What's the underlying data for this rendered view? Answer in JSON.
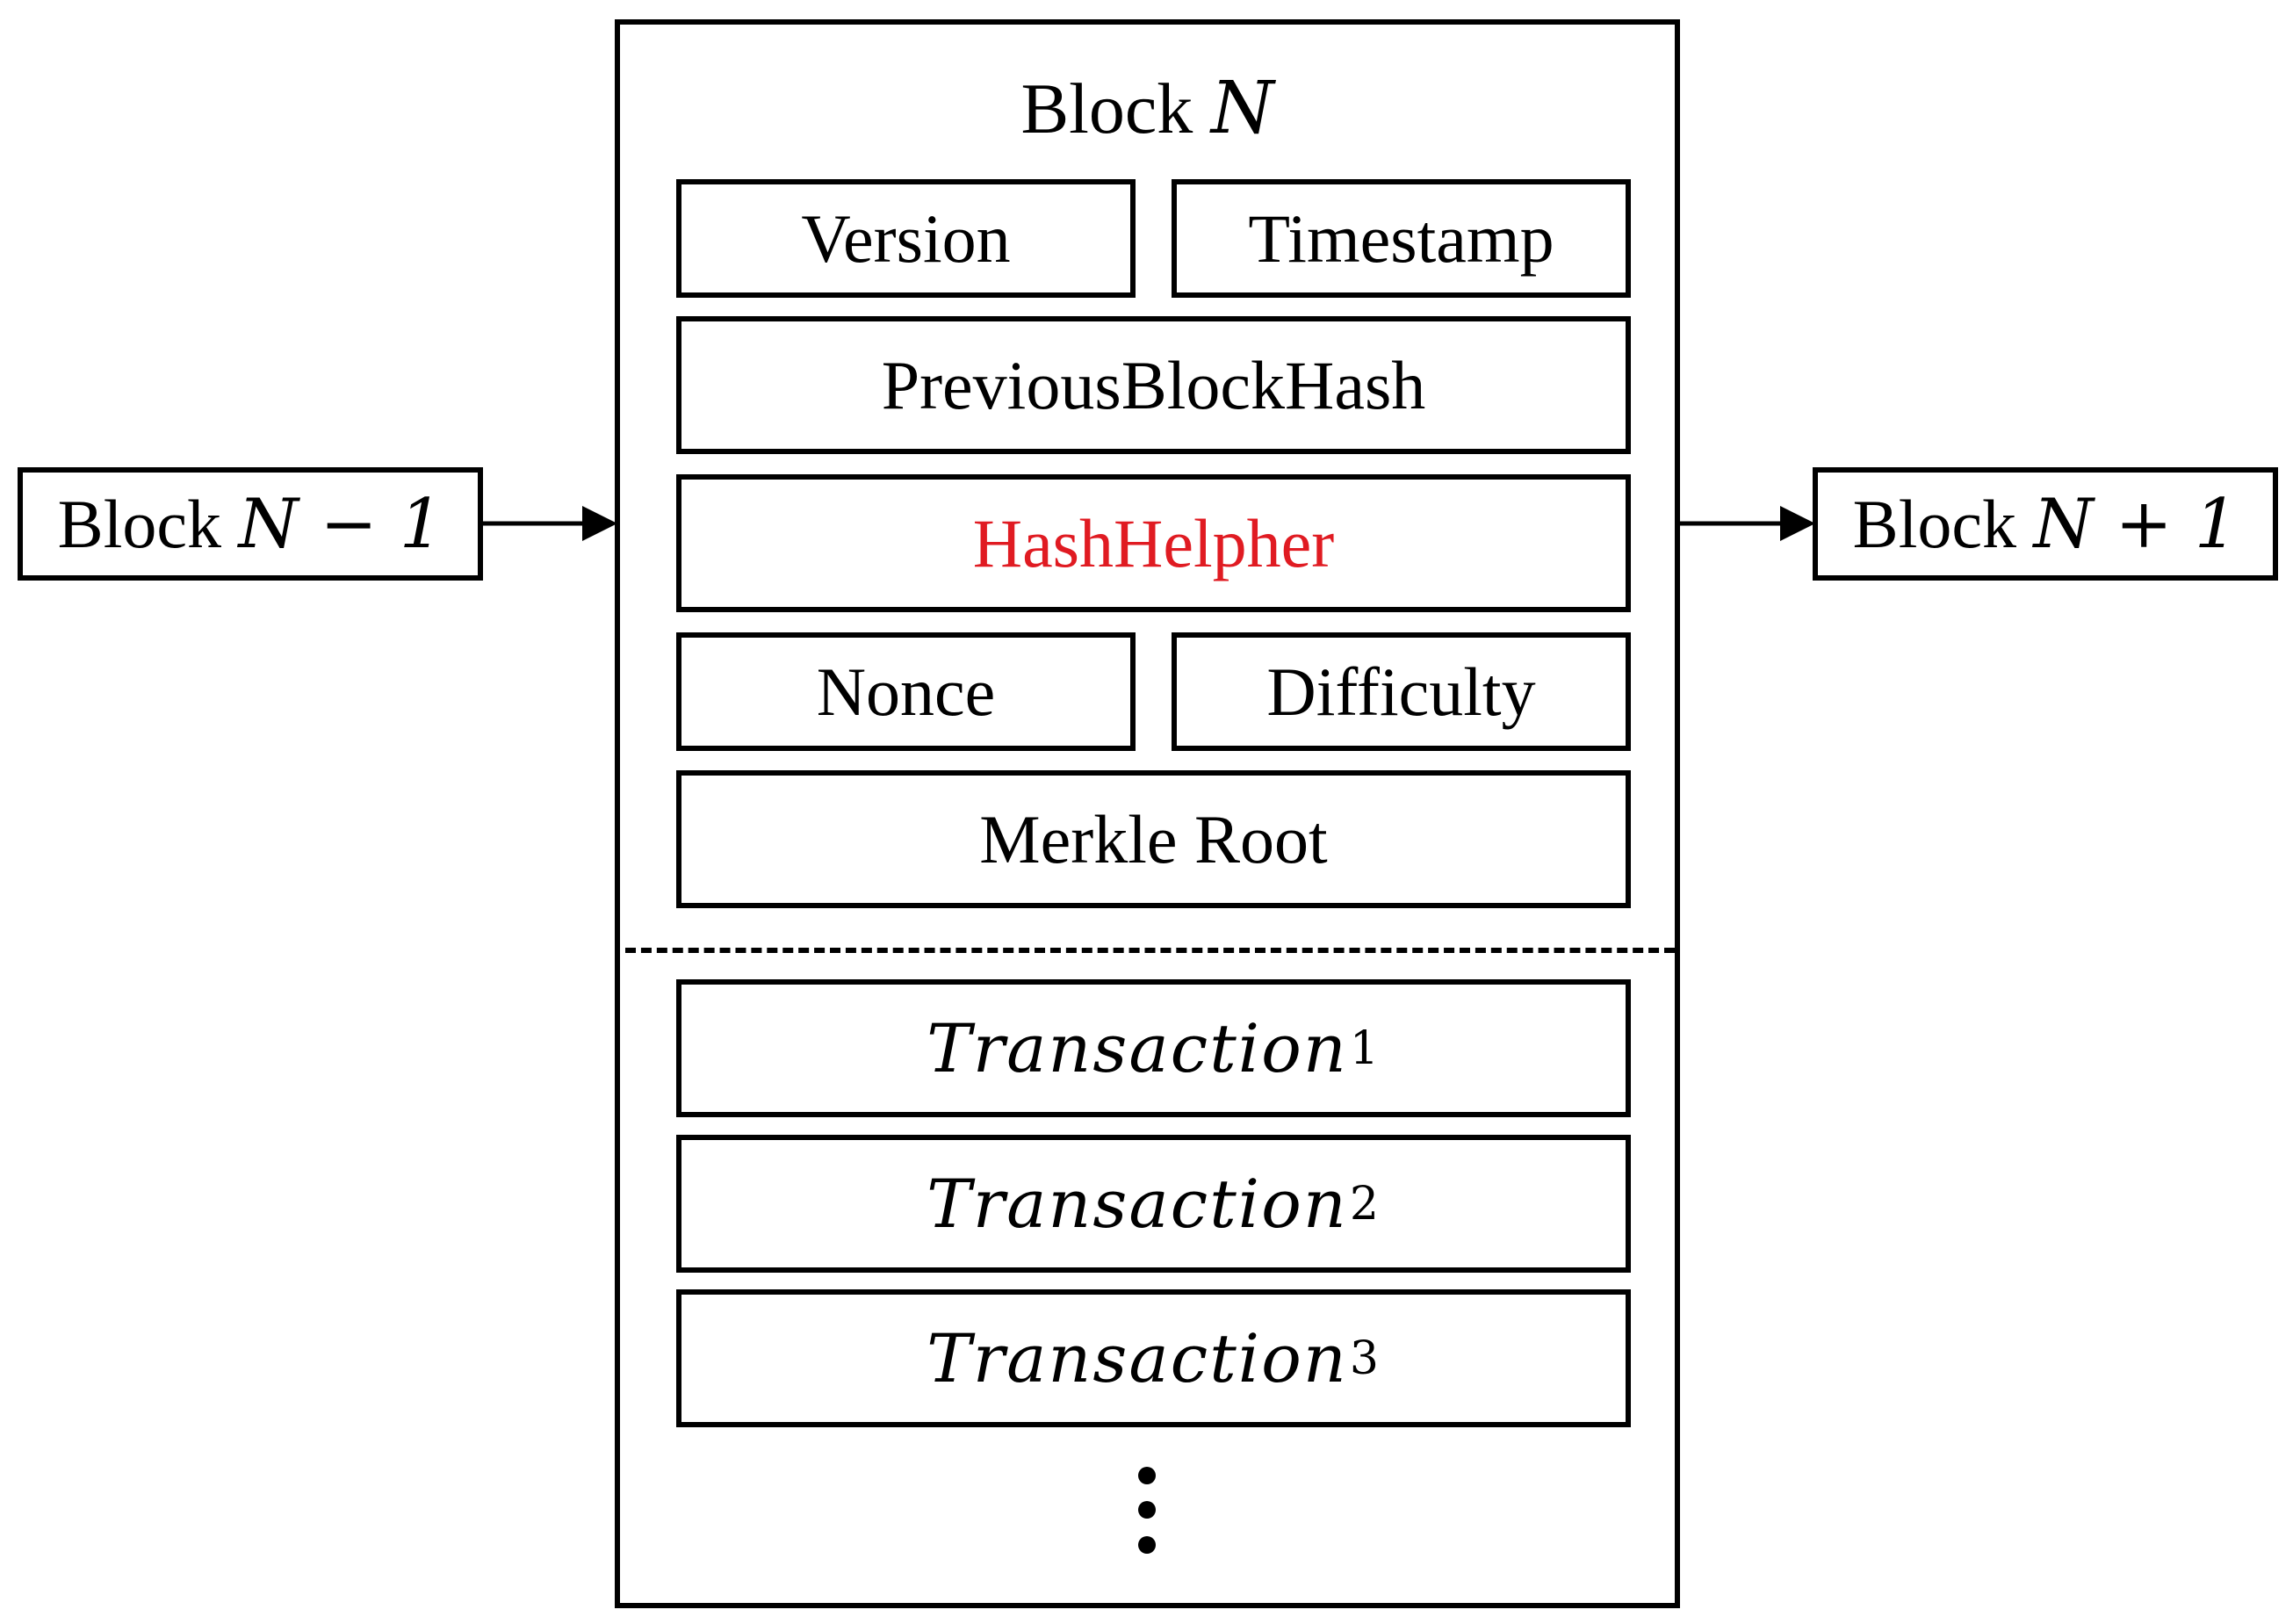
{
  "blocks": {
    "prev": {
      "word": "Block",
      "math": "N − 1"
    },
    "current": {
      "word": "Block",
      "math": "N"
    },
    "next": {
      "word": "Block",
      "math": "N + 1"
    }
  },
  "header_fields": {
    "version": "Version",
    "timestamp": "Timestamp",
    "previous_block_hash": "PreviousBlockHash",
    "hash_helper": "HashHelpher",
    "nonce": "Nonce",
    "difficulty": "Difficulty",
    "merkle_root": "Merkle Root"
  },
  "transactions": [
    {
      "name": "Transaction",
      "index": "1"
    },
    {
      "name": "Transaction",
      "index": "2"
    },
    {
      "name": "Transaction",
      "index": "3"
    }
  ],
  "colors": {
    "highlight": "#e01b22",
    "stroke": "#000000"
  }
}
